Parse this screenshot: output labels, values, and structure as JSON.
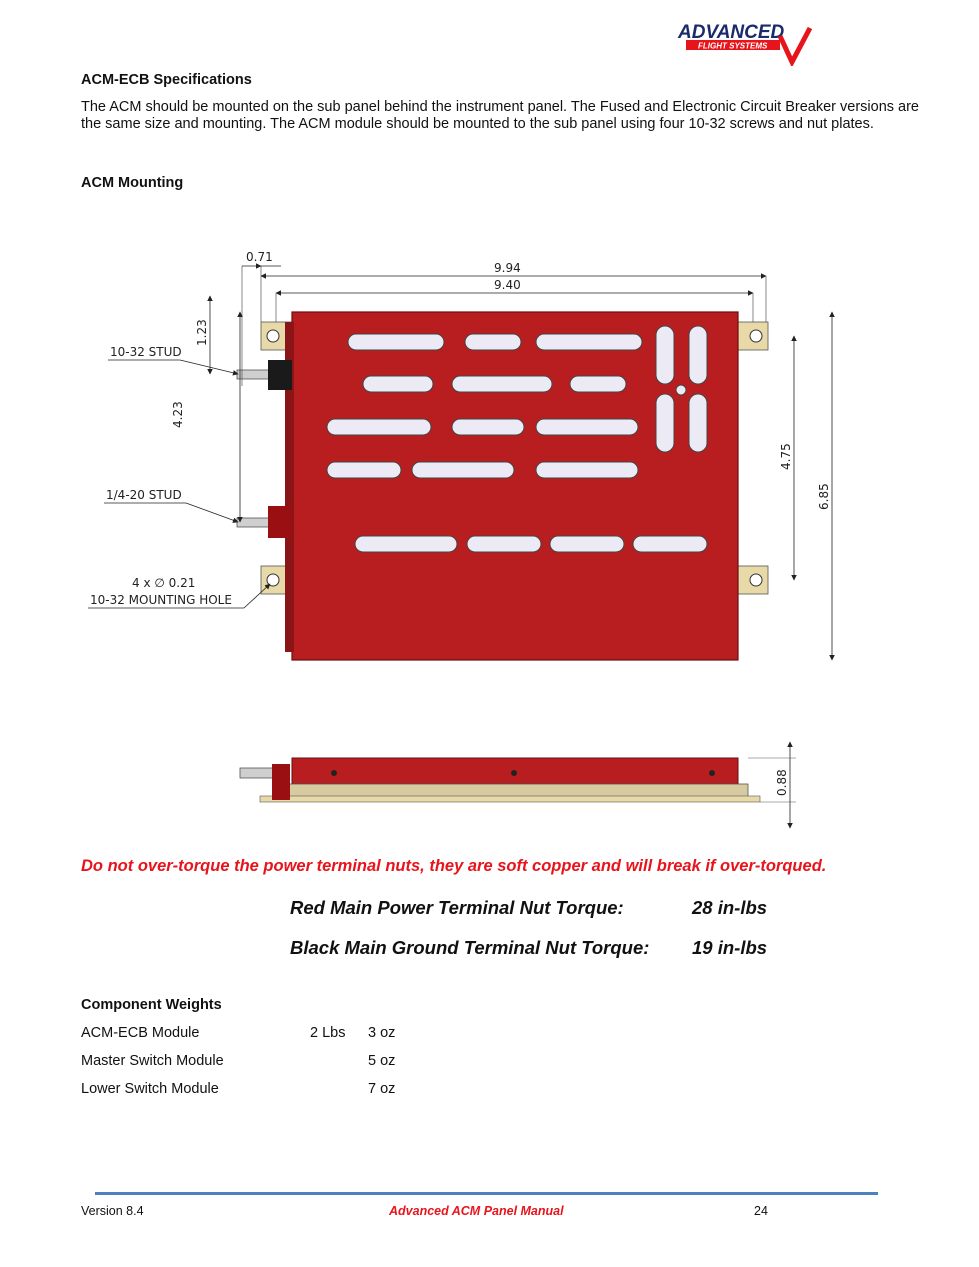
{
  "logo": {
    "line1": "ADVANCED",
    "line2": "FLIGHT SYSTEMS"
  },
  "section_title": "ACM-ECB Specifications",
  "intro_text": "The ACM should be mounted on the sub panel behind the instrument panel.  The Fused and Electronic Circuit Breaker versions are the same size and mounting.  The ACM module should be mounted to the sub panel using four 10-32 screws and nut plates.",
  "mounting_heading": "ACM Mounting",
  "drawing": {
    "dim_071": "0.71",
    "dim_994": "9.94",
    "dim_940": "9.40",
    "dim_123": "1.23",
    "dim_423": "4.23",
    "dim_475": "4.75",
    "dim_685": "6.85",
    "dim_088": "0.88",
    "label_stud_1032": "10-32 STUD",
    "label_stud_1420": "1/4-20 STUD",
    "label_hole_1": "4 x ∅ 0.21",
    "label_hole_2": "10-32 MOUNTING HOLE",
    "board_color": "#b81e20",
    "base_color": "#d8caa0"
  },
  "warning": "Do not over-torque the power terminal nuts, they are soft copper and will break if over-torqued.",
  "torque": [
    {
      "label": "Red Main Power Terminal Nut Torque:",
      "value": "28 in-lbs"
    },
    {
      "label": "Black Main Ground Terminal Nut Torque:",
      "value": "19 in-lbs"
    }
  ],
  "weights": {
    "heading": "Component Weights",
    "rows": [
      {
        "name": "ACM-ECB Module",
        "lbs": "2 Lbs",
        "oz": "3 oz"
      },
      {
        "name": "Master Switch Module",
        "lbs": "",
        "oz": "5 oz"
      },
      {
        "name": "Lower Switch Module",
        "lbs": "",
        "oz": "7 oz"
      }
    ]
  },
  "footer": {
    "version": "Version 8.4",
    "manual": "Advanced ACM Panel Manual",
    "page": "24"
  },
  "colors": {
    "warning_red": "#e8141c",
    "footer_rule": "#4f7fc3",
    "logo_navy": "#1b2a6b"
  }
}
